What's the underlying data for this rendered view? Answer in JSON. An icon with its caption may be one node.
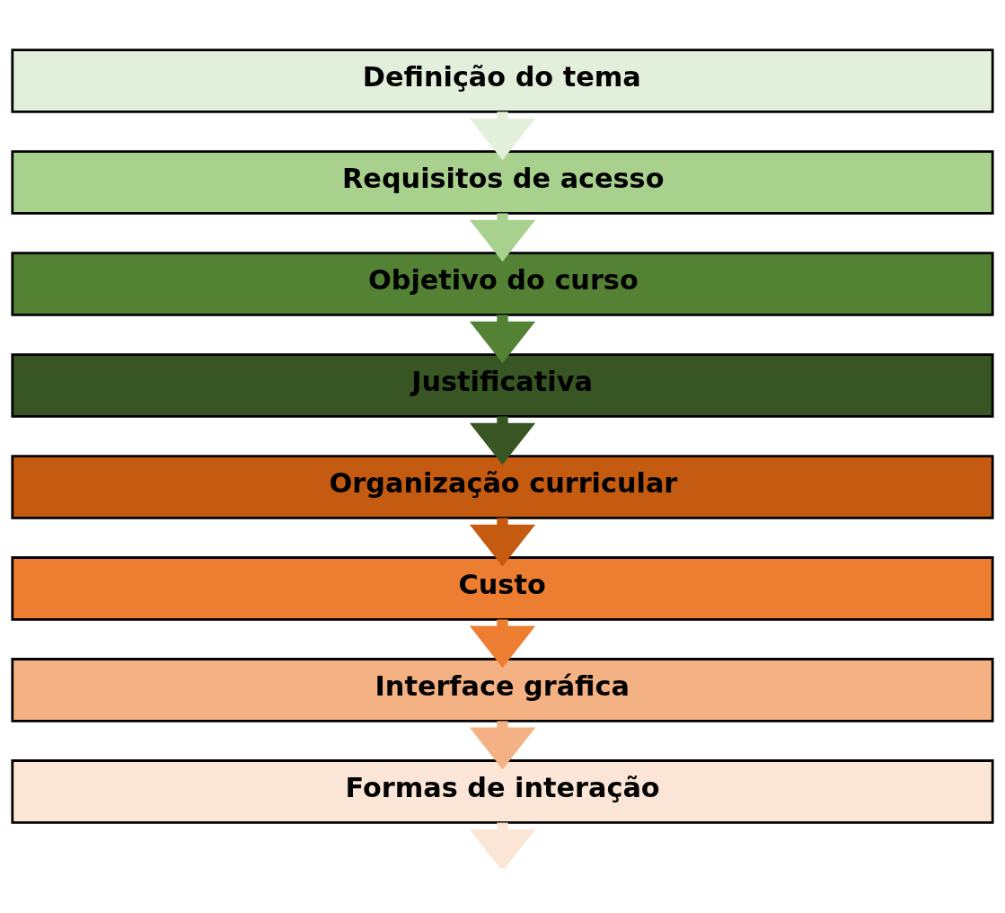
{
  "diagram": {
    "nodes": [
      {
        "text": [
          "Definição do tema"
        ]
      },
      {
        "text": [
          "Requisitos de acesso"
        ]
      },
      {
        "text": [
          "Objetivo do curso"
        ]
      },
      {
        "text": [
          "Justificativa"
        ]
      },
      {
        "text": [
          "Organização curricular"
        ]
      },
      {
        "text": [
          "Custo"
        ]
      },
      {
        "text": [
          "Interface gráfica"
        ]
      },
      {
        "text": [
          "Formas de interação"
        ]
      }
    ],
    "edges": [
      {
        "from": 0,
        "to": 1,
        "arrow": "to",
        "color": "#e2efda"
      },
      {
        "from": 1,
        "to": 2,
        "arrow": "to",
        "color": "#a9d18e"
      },
      {
        "from": 2,
        "to": 3,
        "arrow": "to",
        "color": "#548235"
      },
      {
        "from": 3,
        "to": 4,
        "arrow": "to",
        "color": "#375623"
      },
      {
        "from": 4,
        "to": 5,
        "arrow": "to",
        "color": "#c55a11"
      },
      {
        "from": 5,
        "to": 6,
        "arrow": "to",
        "color": "#ed7d31"
      },
      {
        "from": 6,
        "to": 7,
        "arrow": "to",
        "color": "#f4b183"
      },
      {
        "from": 7,
        "to": null,
        "arrow": "to",
        "color": "#fbe5d6"
      }
    ]
  }
}
